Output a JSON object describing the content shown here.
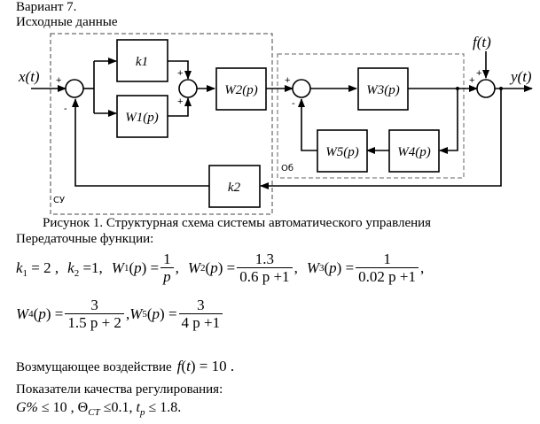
{
  "header": {
    "variant": "Вариант 7.",
    "initial_data": "Исходные данные"
  },
  "diagram": {
    "input_label": "x(t)",
    "output_label": "y(t)",
    "disturbance_label": "f(t)",
    "blocks": {
      "k1": "k1",
      "w1": "W1(p)",
      "w2": "W2(p)",
      "w3": "W3(p)",
      "w4": "W4(p)",
      "w5": "W5(p)",
      "k2": "k2"
    },
    "regions": {
      "controller": "СУ",
      "plant": "Об"
    },
    "signs": {
      "plus": "+",
      "minus": "-"
    },
    "caption": "Рисунок 1. Структурная схема системы автоматического управления"
  },
  "transfer_functions": {
    "heading": "Передаточные функции:",
    "k1": {
      "name": "k",
      "sub": "1",
      "value": "2"
    },
    "k2": {
      "name": "k",
      "sub": "2",
      "value": "1"
    },
    "W1": {
      "name": "W",
      "sub": "1",
      "num": "1",
      "den": "p"
    },
    "W2": {
      "name": "W",
      "sub": "2",
      "num": "1.3",
      "den": "0.6 p +1"
    },
    "W3": {
      "name": "W",
      "sub": "3",
      "num": "1",
      "den": "0.02 p +1"
    },
    "W4": {
      "name": "W",
      "sub": "4",
      "num": "3",
      "den": "1.5 p + 2"
    },
    "W5": {
      "name": "W",
      "sub": "5",
      "num": "3",
      "den": "4 p +1"
    }
  },
  "disturbance": {
    "label": "Возмущающее воздействие",
    "expr": "f(t) = 10",
    "value": "10"
  },
  "quality": {
    "heading": "Показатели качества регулирования:",
    "overshoot": {
      "symbol": "G%",
      "rel": "≤",
      "value": "10"
    },
    "static_error": {
      "symbol": "Θ",
      "sub": "CT",
      "rel": "≤",
      "value": "0.1"
    },
    "settling_time": {
      "symbol": "t",
      "sub": "p",
      "rel": "≤",
      "value": "1.8"
    }
  }
}
